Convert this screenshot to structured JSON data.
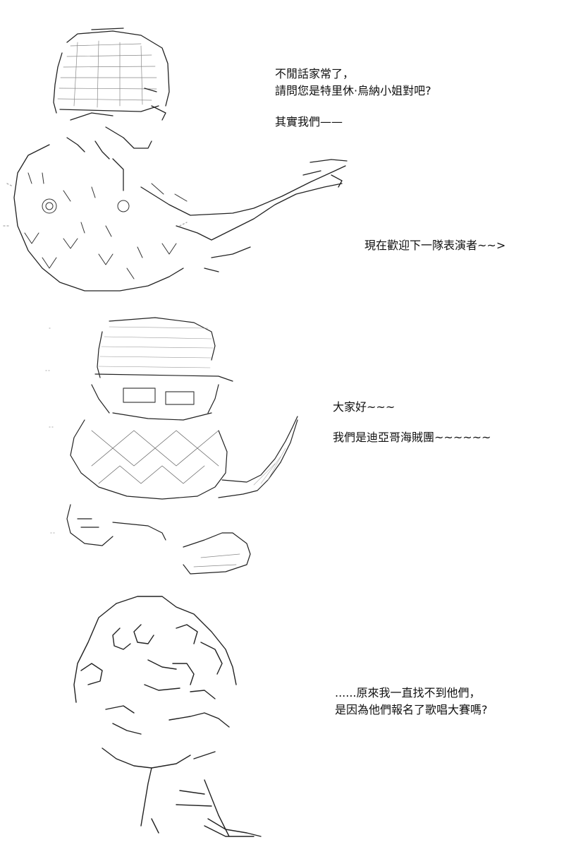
{
  "panels": [
    {
      "art": "character-in-cap-pointing-ascii-art",
      "dialogue": [
        {
          "lines": [
            "不閒話家常了，",
            "請問您是特里休·烏納小姐對吧?"
          ]
        },
        {
          "lines": [
            "其實我們——"
          ]
        },
        {
          "lines": [
            "現在歡迎下一隊表演者~~>"
          ]
        }
      ]
    },
    {
      "art": "masked-pirate-with-tail-ascii-art",
      "dialogue": [
        {
          "lines": [
            "大家好~~~"
          ]
        },
        {
          "lines": [
            "我們是迪亞哥海賊團~~~~~~"
          ]
        }
      ]
    },
    {
      "art": "curly-haired-girl-ascii-art",
      "dialogue": [
        {
          "lines": [
            "......原來我一直找不到他們，",
            "是因為他們報名了歌唱大賽嗎?"
          ]
        }
      ]
    }
  ]
}
